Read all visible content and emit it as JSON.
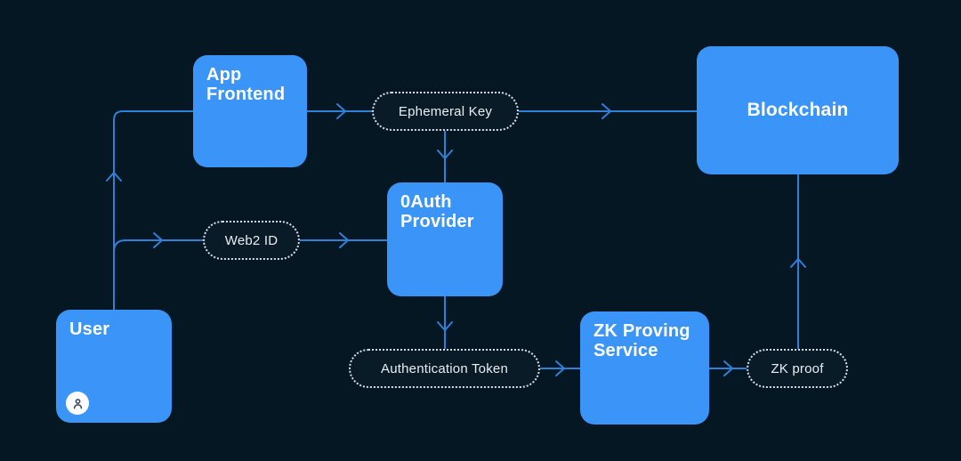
{
  "colors": {
    "background": "#041722",
    "node_fill": "#3b94f7",
    "node_text": "#ffffff",
    "edge_line": "#2f80d9",
    "pill_border": "#d8dfe6",
    "pill_text": "#e9eef3",
    "avatar_bg": "#ffffff",
    "avatar_icon": "#3f4e60"
  },
  "nodes": {
    "user": {
      "label": "User",
      "icon": "person-icon"
    },
    "app_frontend": {
      "label": "App Frontend"
    },
    "oauth_provider": {
      "label": "0Auth Provider"
    },
    "blockchain": {
      "label": "Blockchain"
    },
    "zk_proving_service": {
      "label": "ZK Proving Service"
    }
  },
  "artifacts": {
    "ephemeral_key": {
      "label": "Ephemeral Key"
    },
    "web2_id": {
      "label": "Web2 ID"
    },
    "authentication_token": {
      "label": "Authentication Token"
    },
    "zk_proof": {
      "label": "ZK proof"
    }
  },
  "edges": [
    {
      "from": "user",
      "to": "app_frontend"
    },
    {
      "from": "user",
      "to": "web2_id"
    },
    {
      "from": "app_frontend",
      "to": "ephemeral_key"
    },
    {
      "from": "ephemeral_key",
      "to": "blockchain"
    },
    {
      "from": "ephemeral_key",
      "to": "oauth_provider"
    },
    {
      "from": "web2_id",
      "to": "oauth_provider"
    },
    {
      "from": "oauth_provider",
      "to": "authentication_token"
    },
    {
      "from": "authentication_token",
      "to": "zk_proving_service"
    },
    {
      "from": "zk_proving_service",
      "to": "zk_proof"
    },
    {
      "from": "zk_proof",
      "to": "blockchain"
    }
  ]
}
